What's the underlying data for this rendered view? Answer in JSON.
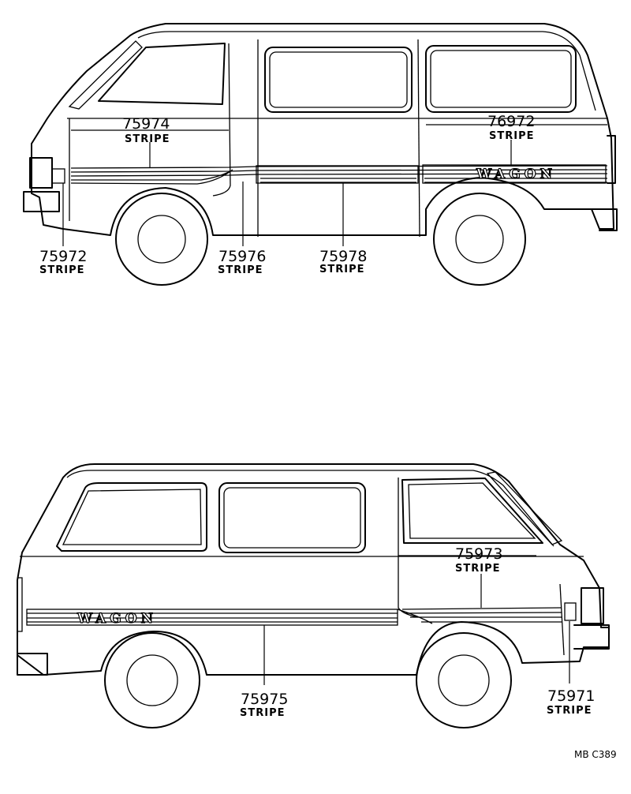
{
  "parts": [
    {
      "number": "75974",
      "label": "STRIPE"
    },
    {
      "number": "76972",
      "label": "STRIPE"
    },
    {
      "number": "75972",
      "label": "STRIPE"
    },
    {
      "number": "75976",
      "label": "STRIPE"
    },
    {
      "number": "75978",
      "label": "STRIPE"
    },
    {
      "number": "75973",
      "label": "STRIPE"
    },
    {
      "number": "75975",
      "label": "STRIPE"
    },
    {
      "number": "75971",
      "label": "STRIPE"
    }
  ],
  "wagon_text": "WAGON",
  "drawing_code": "MB C389"
}
